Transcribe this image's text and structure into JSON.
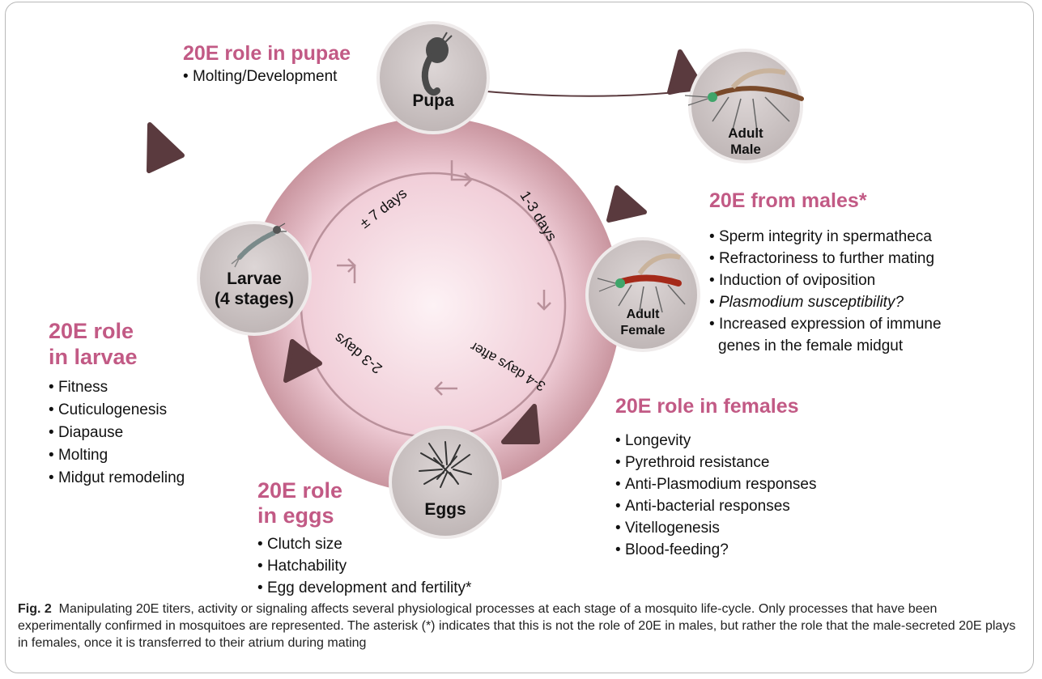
{
  "stages": {
    "pupa": "Pupa",
    "adult_male_1": "Adult",
    "adult_male_2": "Male",
    "adult_female_1": "Adult",
    "adult_female_2": "Female",
    "larvae_1": "Larvae",
    "larvae_2": "(4 stages)",
    "eggs": "Eggs"
  },
  "durations": {
    "top": "± 7 days",
    "right": "1-3 days",
    "bottom_right": "3-4 days after",
    "left": "2-3 days"
  },
  "pupae": {
    "title": "20E role in pupae",
    "items": [
      "Molting/Development"
    ]
  },
  "males": {
    "title": "20E from males*",
    "items": [
      "Sperm integrity in spermatheca",
      "Refractoriness to further mating",
      "Induction of oviposition",
      "Plasmodium susceptibility?",
      "Increased expression of immune"
    ],
    "item_cont": "genes in the female midgut"
  },
  "larvae": {
    "title_1": "20E role",
    "title_2": "in larvae",
    "items": [
      "Fitness",
      "Cuticulogenesis",
      "Diapause",
      "Molting",
      "Midgut remodeling"
    ]
  },
  "eggs": {
    "title_1": "20E role",
    "title_2": "in eggs",
    "items": [
      "Clutch size",
      "Hatchability",
      "Egg development and fertility*"
    ]
  },
  "females": {
    "title": "20E role in females",
    "items": [
      "Longevity",
      "Pyrethroid resistance",
      "Anti-Plasmodium responses",
      "Anti-bacterial responses",
      "Vitellogenesis",
      "Blood-feeding?"
    ]
  },
  "caption": {
    "label": "Fig. 2",
    "text": "Manipulating 20E titers, activity or signaling affects several physiological processes at each stage of a mosquito life-cycle. Only processes that have been experimentally confirmed in mosquitoes are represented. The asterisk (*) indicates that this is not the role of 20E in males, but rather the role that the male-secreted 20E plays in females, once it is transferred to their atrium during mating"
  },
  "colors": {
    "ring": "#c99aa8",
    "center": "#fbe9ee",
    "node": "#cbc3c3",
    "node_border": "#ece8e8",
    "arrow": "#5a3a3e",
    "heading": "#c25a85"
  },
  "icons": [
    "pupa-icon",
    "mosquito-male-icon",
    "mosquito-female-icon",
    "larva-icon",
    "eggs-icon"
  ]
}
